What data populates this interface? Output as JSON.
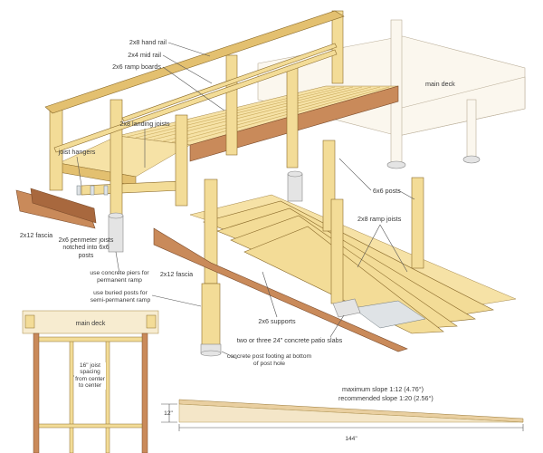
{
  "labels": {
    "hand_rail": "2x8 hand rail",
    "mid_rail": "2x4 mid rail",
    "ramp_boards": "2x6 ramp boards",
    "main_deck": "main deck",
    "landing_joists": "2x8 landing joists",
    "joist_hangers": "joist hangers",
    "fascia_left": "2x12 fascia",
    "perimeter_joists": "2x6 perimeter joists notched into 6x6 posts",
    "concrete_piers": "use concrete piers for permanent ramp",
    "buried_posts": "use buried posts for semi-permanent ramp",
    "posts_6x6": "6x6 posts",
    "ramp_joists": "2x8 ramp joists",
    "fascia_mid": "2x12 fascia",
    "supports": "2x6 supports",
    "patio_slabs": "two or three 24\" concrete patio slabs",
    "post_footing": "concrete post footing at bottom of post hole",
    "plan_main_deck": "main deck",
    "joist_spacing": "16\" joist spacing from center to center",
    "max_slope": "maximum slope 1:12 (4.76°)",
    "recommended_slope": "recommended slope 1:20 (2.56°)",
    "rise": "12\"",
    "run": "144\""
  }
}
